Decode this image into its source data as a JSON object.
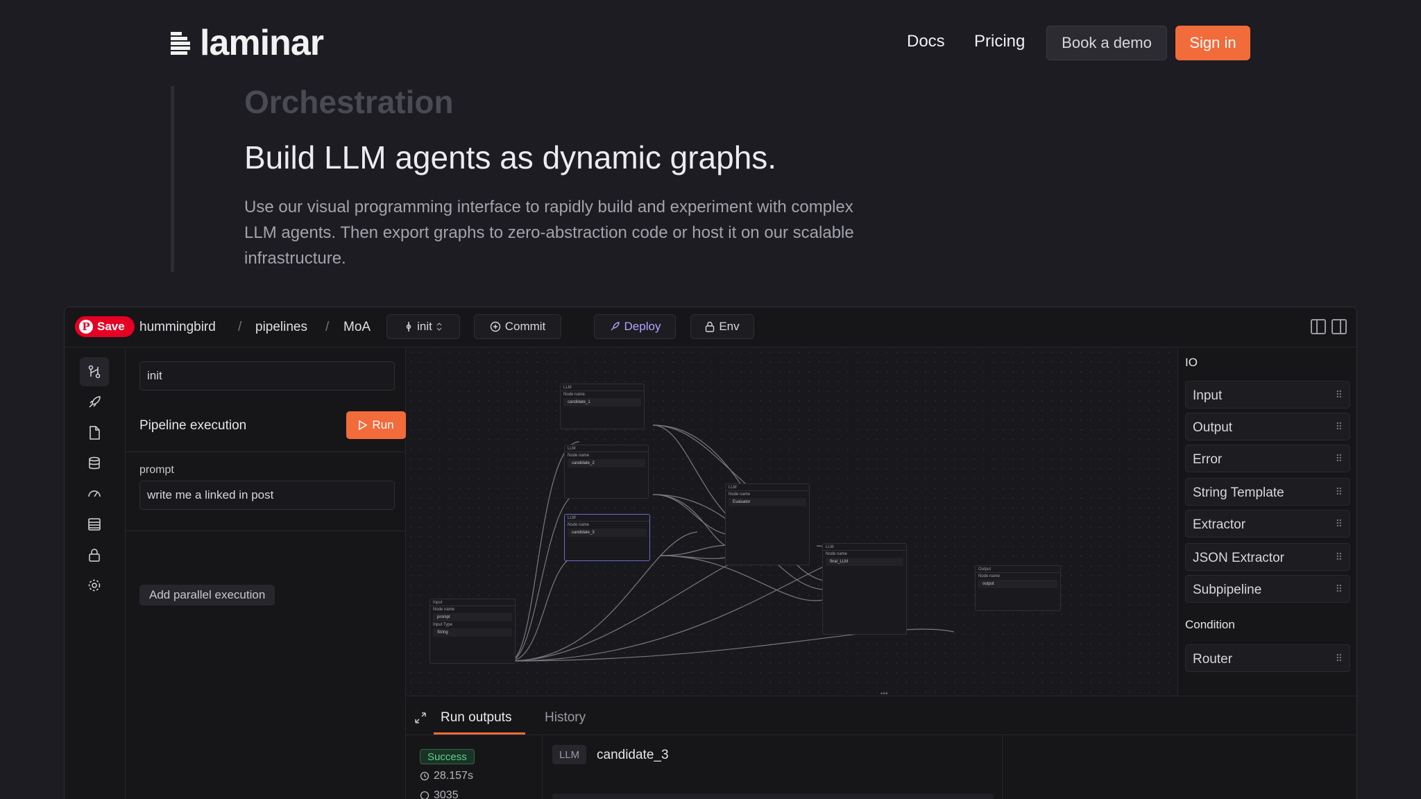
{
  "nav": {
    "logo_text": "laminar",
    "links": [
      "Docs",
      "Pricing"
    ],
    "demo_label": "Book a demo",
    "signin_label": "Sign in"
  },
  "hero": {
    "eyebrow": "Orchestration",
    "title": "Build LLM agents as dynamic graphs.",
    "description": "Use our visual programming interface to rapidly build and experiment with complex LLM agents. Then export graphs to zero-abstraction code or host it on our scalable infrastructure."
  },
  "app": {
    "save_label": "Save",
    "breadcrumb": [
      "hummingbird",
      "pipelines",
      "MoA"
    ],
    "separator": "/",
    "branch": "init",
    "commit_label": "Commit",
    "deploy_label": "Deploy",
    "env_label": "Env",
    "rail_icons": [
      "pipeline-icon",
      "rocket-icon",
      "file-icon",
      "database-icon",
      "gauge-icon",
      "list-icon",
      "lock-icon",
      "gear-icon"
    ]
  },
  "left_panel": {
    "version_value": "init",
    "execution_title": "Pipeline execution",
    "run_label": "Run",
    "prompt_label": "prompt",
    "prompt_value": "write me a linked in post",
    "parallel_label": "Add parallel execution"
  },
  "canvas": {
    "nodes": [
      {
        "type": "LLM",
        "label": "Node name",
        "value": "candidate_1"
      },
      {
        "type": "LLM",
        "label": "Node name",
        "value": "candidate_2"
      },
      {
        "type": "LLM",
        "label": "Node name",
        "value": "candidate_3"
      },
      {
        "type": "LLM",
        "label": "Node name",
        "value": "Evaluator"
      },
      {
        "type": "LLM",
        "label": "Node name",
        "value": "final_LLM"
      },
      {
        "type": "Input",
        "label": "Node name",
        "value": "prompt",
        "extra_label": "Input Type",
        "extra_value": "String"
      },
      {
        "type": "Output",
        "label": "Node name",
        "value": "output"
      }
    ]
  },
  "right_panel": {
    "io_title": "IO",
    "io_items": [
      "Input",
      "Output",
      "Error",
      "String Template",
      "Extractor",
      "JSON Extractor",
      "Subpipeline"
    ],
    "condition_title": "Condition",
    "condition_items": [
      "Router"
    ]
  },
  "bottom": {
    "tabs": [
      "Run outputs",
      "History"
    ],
    "status": "Success",
    "duration": "28.157s",
    "tokens": "3035",
    "output_type": "LLM",
    "output_name": "candidate_3"
  },
  "colors": {
    "accent": "#f26b3a",
    "deploy": "#b8a3ff",
    "success": "#5fd08b",
    "background": "#1c1c22"
  }
}
